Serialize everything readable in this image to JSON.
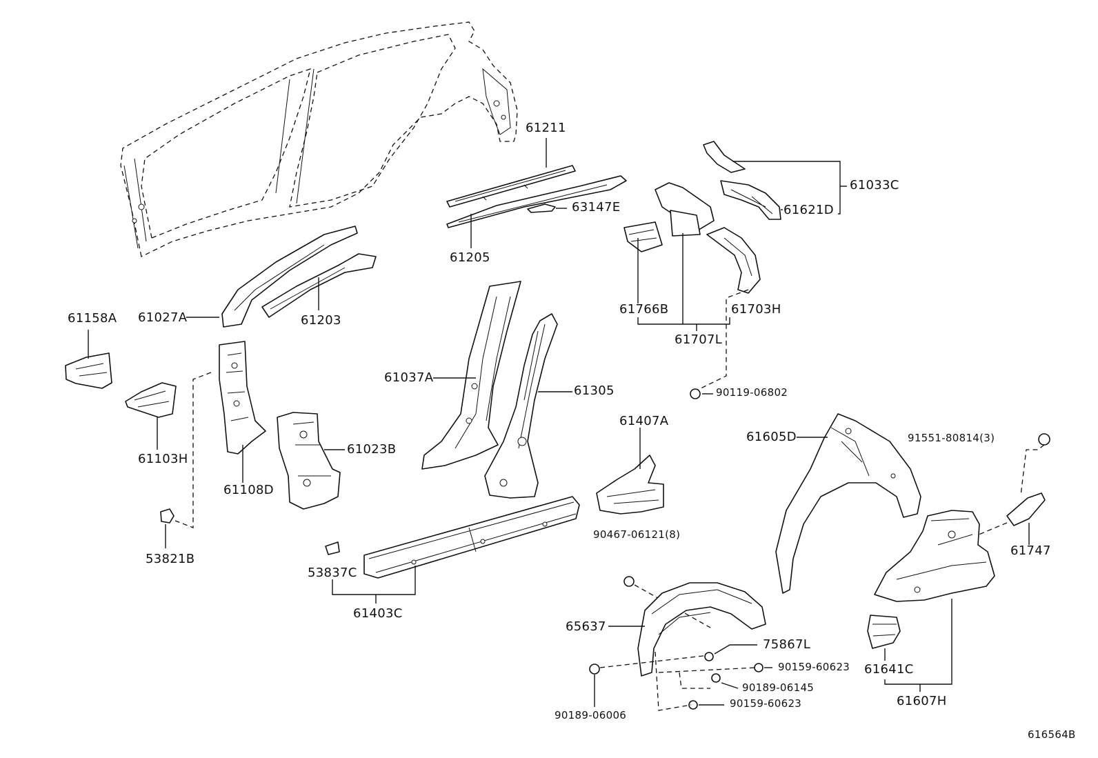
{
  "labels": {
    "p61211": "61211",
    "p63147E": "63147E",
    "p61205": "61205",
    "p61033C": "61033C",
    "p61621D": "61621D",
    "p61766B": "61766B",
    "p61703H": "61703H",
    "p61707L": "61707L",
    "p61158A": "61158A",
    "p61027A": "61027A",
    "p61203": "61203",
    "p61037A": "61037A",
    "p61305": "61305",
    "p90119_06802": "90119-06802",
    "p61103H": "61103H",
    "p61108D": "61108D",
    "p61023B": "61023B",
    "p61407A": "61407A",
    "p61605D": "61605D",
    "p91551_80814": "91551-80814(3)",
    "p53821B": "53821B",
    "p53837C": "53837C",
    "p61403C": "61403C",
    "p90467_06121": "90467-06121(8)",
    "p61747": "61747",
    "p65637": "65637",
    "p75867L": "75867L",
    "p90159_60623a": "90159-60623",
    "p90189_06145": "90189-06145",
    "p90159_60623b": "90159-60623",
    "p90189_06006": "90189-06006",
    "p61641C": "61641C",
    "p61607H": "61607H",
    "figure_id": "616564B"
  }
}
